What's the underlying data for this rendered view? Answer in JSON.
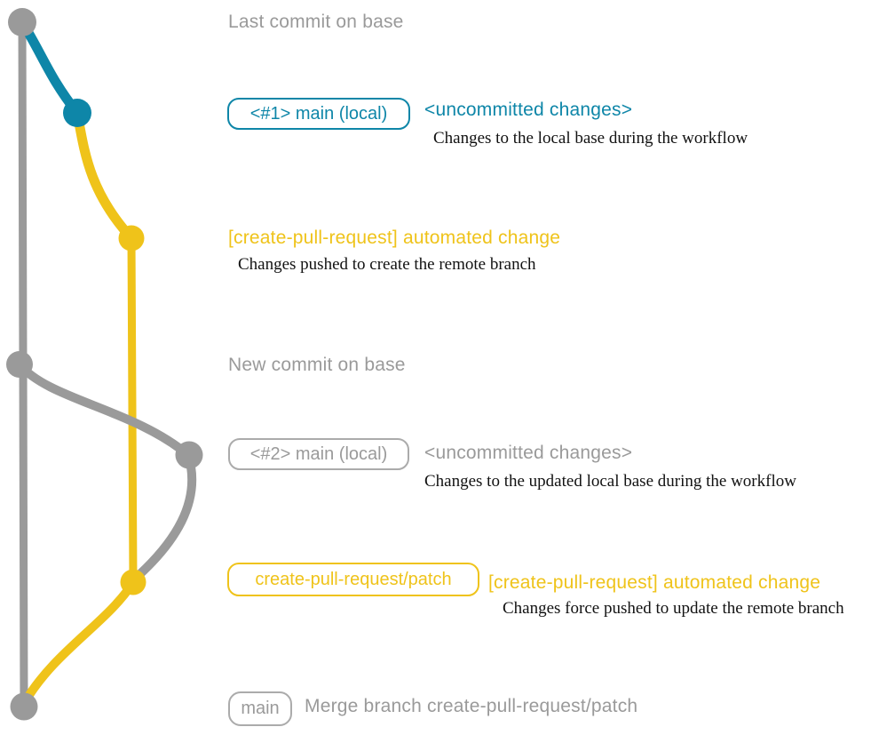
{
  "colors": {
    "teal": "#0e86a8",
    "yellow": "#efc31a",
    "gray": "#9a9a9a",
    "graybox": "#ababab",
    "ink": "#121212",
    "bg": "#ffffff"
  },
  "events": [
    {
      "text": "Last commit on base"
    },
    {
      "badge": "<#1> main (local)",
      "title": "<uncommitted changes>",
      "desc": "Changes to the local base during the workflow"
    },
    {
      "title": "[create-pull-request] automated change",
      "desc": "Changes pushed to create the remote branch"
    },
    {
      "text": "New commit on base"
    },
    {
      "badge": "<#2> main (local)",
      "title": "<uncommitted changes>",
      "desc": "Changes to the updated local base during the workflow"
    },
    {
      "badge": "create-pull-request/patch",
      "title": "[create-pull-request] automated change",
      "desc": "Changes force pushed to update the remote branch"
    },
    {
      "badge": "main",
      "title": "Merge branch create-pull-request/patch"
    }
  ]
}
